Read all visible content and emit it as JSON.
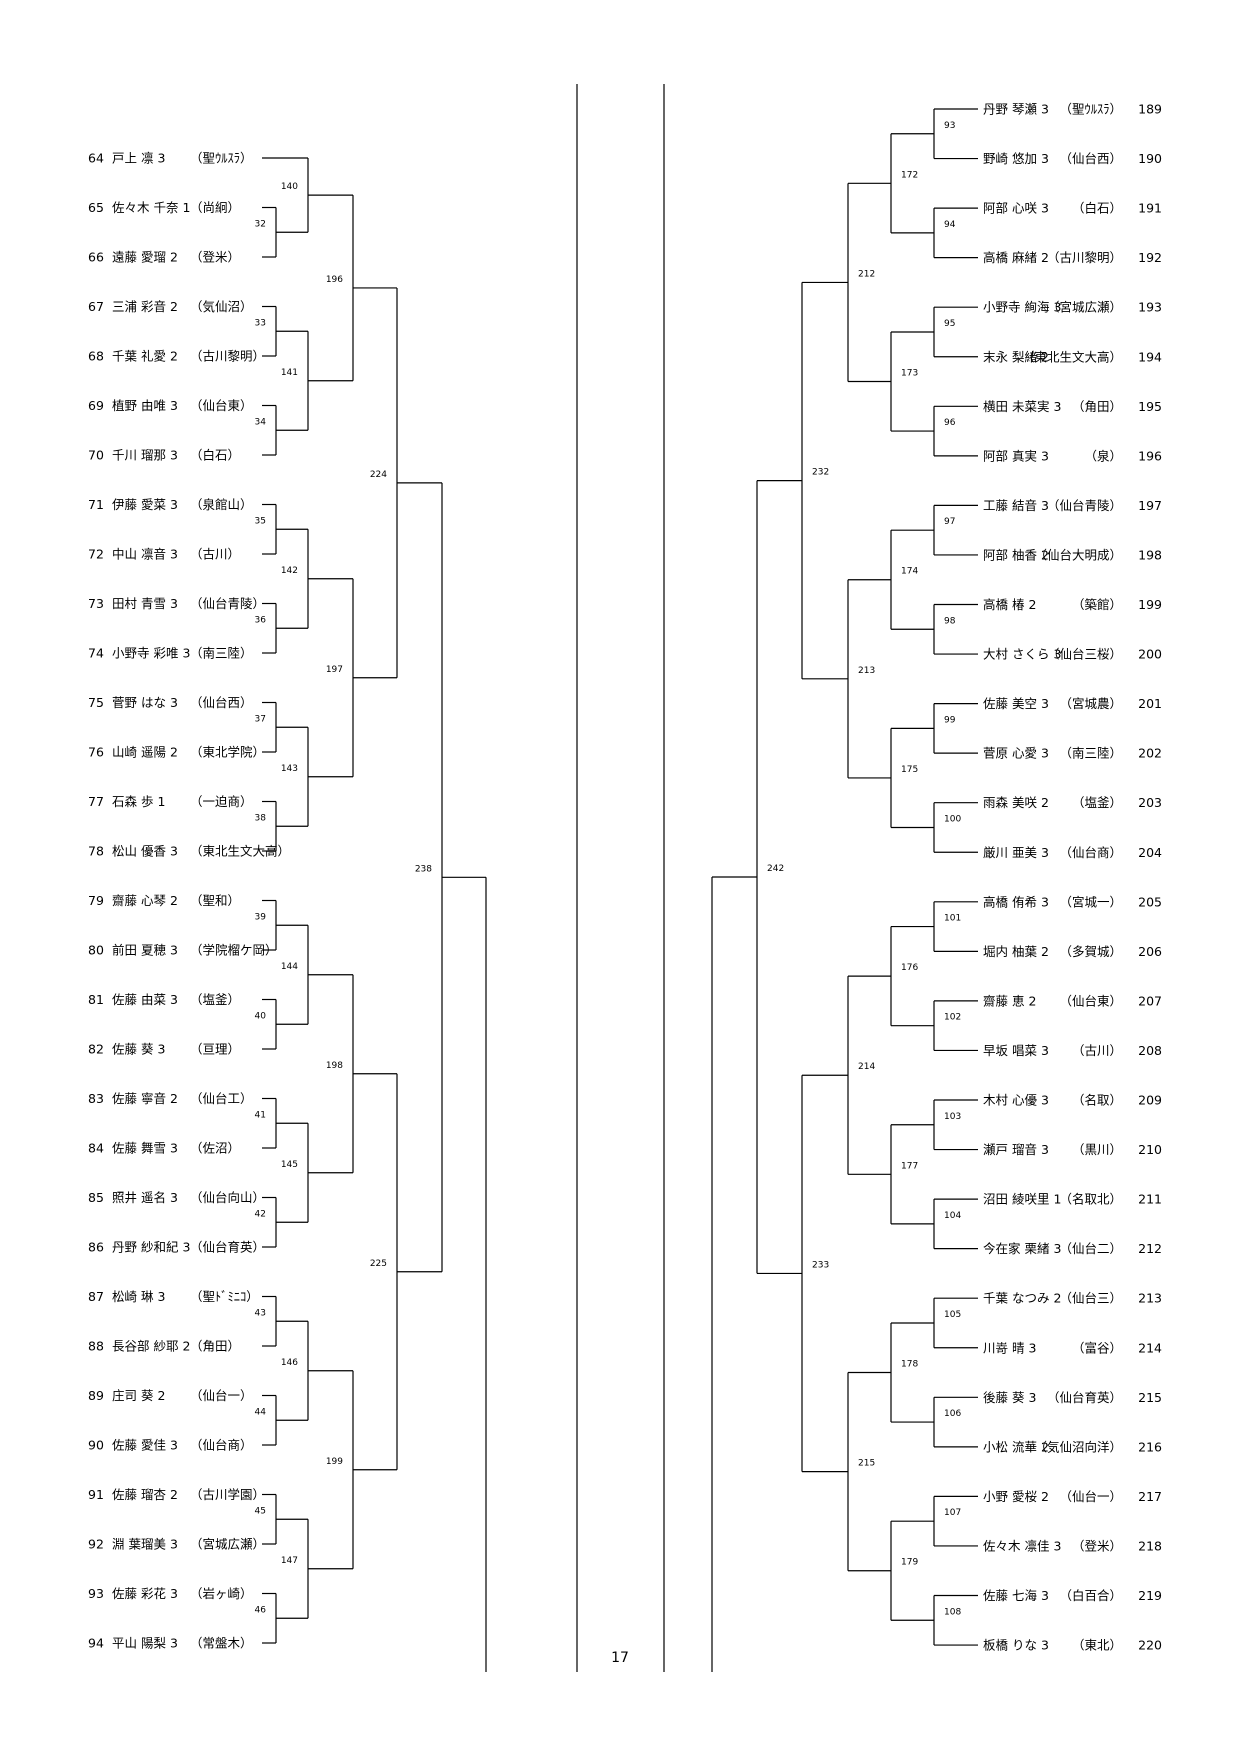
{
  "page_number": "17",
  "left": {
    "entries": [
      {
        "num": "64",
        "name": "戸上 凛 3",
        "school": "（聖ｳﾙｽﾗ）"
      },
      {
        "num": "65",
        "name": "佐々木 千奈 1",
        "school": "（尚絅）"
      },
      {
        "num": "66",
        "name": "遠藤 愛瑠 2",
        "school": "（登米）"
      },
      {
        "num": "67",
        "name": "三浦 彩音 2",
        "school": "（気仙沼）"
      },
      {
        "num": "68",
        "name": "千葉 礼愛 2",
        "school": "（古川黎明）"
      },
      {
        "num": "69",
        "name": "植野 由唯 3",
        "school": "（仙台東）"
      },
      {
        "num": "70",
        "name": "千川 瑠那 3",
        "school": "（白石）"
      },
      {
        "num": "71",
        "name": "伊藤 愛菜 3",
        "school": "（泉館山）"
      },
      {
        "num": "72",
        "name": "中山 凛音 3",
        "school": "（古川）"
      },
      {
        "num": "73",
        "name": "田村 青雪 3",
        "school": "（仙台青陵）"
      },
      {
        "num": "74",
        "name": "小野寺 彩唯 3",
        "school": "（南三陸）"
      },
      {
        "num": "75",
        "name": "菅野 はな 3",
        "school": "（仙台西）"
      },
      {
        "num": "76",
        "name": "山崎 遥陽 2",
        "school": "（東北学院）"
      },
      {
        "num": "77",
        "name": "石森 歩 1",
        "school": "（一迫商）"
      },
      {
        "num": "78",
        "name": "松山 優香 3",
        "school": "（東北生文大高）"
      },
      {
        "num": "79",
        "name": "齋藤 心琴 2",
        "school": "（聖和）"
      },
      {
        "num": "80",
        "name": "前田 夏穂 3",
        "school": "（学院榴ケ岡）"
      },
      {
        "num": "81",
        "name": "佐藤 由菜 3",
        "school": "（塩釜）"
      },
      {
        "num": "82",
        "name": "佐藤 葵 3",
        "school": "（亘理）"
      },
      {
        "num": "83",
        "name": "佐藤 寧音 2",
        "school": "（仙台工）"
      },
      {
        "num": "84",
        "name": "佐藤 舞雪 3",
        "school": "（佐沼）"
      },
      {
        "num": "85",
        "name": "照井 遥名 3",
        "school": "（仙台向山）"
      },
      {
        "num": "86",
        "name": "丹野 紗和紀 3",
        "school": "（仙台育英）"
      },
      {
        "num": "87",
        "name": "松崎 琳 3",
        "school": "（聖ﾄﾞﾐﾆｺ）"
      },
      {
        "num": "88",
        "name": "長谷部 紗耶 2",
        "school": "（角田）"
      },
      {
        "num": "89",
        "name": "庄司 葵 2",
        "school": "（仙台一）"
      },
      {
        "num": "90",
        "name": "佐藤 愛佳 3",
        "school": "（仙台商）"
      },
      {
        "num": "91",
        "name": "佐藤 瑠杏 2",
        "school": "（古川学園）"
      },
      {
        "num": "92",
        "name": "淵 葉瑠美 3",
        "school": "（宮城広瀬）"
      },
      {
        "num": "93",
        "name": "佐藤 彩花 3",
        "school": "（岩ヶ崎）"
      },
      {
        "num": "94",
        "name": "平山 陽梨 3",
        "school": "（常盤木）"
      }
    ],
    "matches": {
      "r1": [
        "32",
        "33",
        "34",
        "35",
        "36",
        "37",
        "38",
        "39",
        "40",
        "41",
        "42",
        "43",
        "44",
        "45",
        "46"
      ],
      "r2": [
        "140",
        "141",
        "142",
        "143",
        "144",
        "145",
        "146",
        "147"
      ],
      "r3": [
        "196",
        "197",
        "198",
        "199"
      ],
      "r4": [
        "224",
        "225"
      ],
      "r5": [
        "238"
      ]
    }
  },
  "right": {
    "entries": [
      {
        "num": "189",
        "name": "丹野 琴瀬 3",
        "school": "（聖ｳﾙｽﾗ）"
      },
      {
        "num": "190",
        "name": "野崎 悠加 3",
        "school": "（仙台西）"
      },
      {
        "num": "191",
        "name": "阿部 心咲 3",
        "school": "（白石）"
      },
      {
        "num": "192",
        "name": "高橋 麻緒 2",
        "school": "（古川黎明）"
      },
      {
        "num": "193",
        "name": "小野寺 絢海 3",
        "school": "（宮城広瀬）"
      },
      {
        "num": "194",
        "name": "末永 梨緒 2",
        "school": "（東北生文大高）"
      },
      {
        "num": "195",
        "name": "横田 未菜実 3",
        "school": "（角田）"
      },
      {
        "num": "196",
        "name": "阿部 真実 3",
        "school": "（泉）"
      },
      {
        "num": "197",
        "name": "工藤 結音 3",
        "school": "（仙台青陵）"
      },
      {
        "num": "198",
        "name": "阿部 柚香 2",
        "school": "（仙台大明成）"
      },
      {
        "num": "199",
        "name": "高橋 椿 2",
        "school": "（築館）"
      },
      {
        "num": "200",
        "name": "大村 さくら 3",
        "school": "（仙台三桜）"
      },
      {
        "num": "201",
        "name": "佐藤 美空 3",
        "school": "（宮城農）"
      },
      {
        "num": "202",
        "name": "菅原 心愛 3",
        "school": "（南三陸）"
      },
      {
        "num": "203",
        "name": "雨森 美咲 2",
        "school": "（塩釜）"
      },
      {
        "num": "204",
        "name": "厳川 亜美 3",
        "school": "（仙台商）"
      },
      {
        "num": "205",
        "name": "高橋 侑希 3",
        "school": "（宮城一）"
      },
      {
        "num": "206",
        "name": "堀内 柚葉 2",
        "school": "（多賀城）"
      },
      {
        "num": "207",
        "name": "齋藤 恵 2",
        "school": "（仙台東）"
      },
      {
        "num": "208",
        "name": "早坂 唱菜 3",
        "school": "（古川）"
      },
      {
        "num": "209",
        "name": "木村 心優 3",
        "school": "（名取）"
      },
      {
        "num": "210",
        "name": "瀬戸 瑠音 3",
        "school": "（黒川）"
      },
      {
        "num": "211",
        "name": "沼田 綾咲里 1",
        "school": "（名取北）"
      },
      {
        "num": "212",
        "name": "今在家 栗緒 3",
        "school": "（仙台二）"
      },
      {
        "num": "213",
        "name": "千葉 なつみ 2",
        "school": "（仙台三）"
      },
      {
        "num": "214",
        "name": "川嵜 晴 3",
        "school": "（富谷）"
      },
      {
        "num": "215",
        "name": "後藤 葵 3",
        "school": "（仙台育英）"
      },
      {
        "num": "216",
        "name": "小松 流華 2",
        "school": "（気仙沼向洋）"
      },
      {
        "num": "217",
        "name": "小野 愛桜 2",
        "school": "（仙台一）"
      },
      {
        "num": "218",
        "name": "佐々木 凛佳 3",
        "school": "（登米）"
      },
      {
        "num": "219",
        "name": "佐藤 七海 3",
        "school": "（白百合）"
      },
      {
        "num": "220",
        "name": "板橋 りな 3",
        "school": "（東北）"
      }
    ],
    "matches": {
      "r1": [
        "93",
        "94",
        "95",
        "96",
        "97",
        "98",
        "99",
        "100",
        "101",
        "102",
        "103",
        "104",
        "105",
        "106",
        "107",
        "108"
      ],
      "r2": [
        "172",
        "173",
        "174",
        "175",
        "176",
        "177",
        "178",
        "179"
      ],
      "r3": [
        "212",
        "213",
        "214",
        "215"
      ],
      "r4": [
        "232",
        "233"
      ],
      "r5": [
        "242"
      ]
    }
  }
}
